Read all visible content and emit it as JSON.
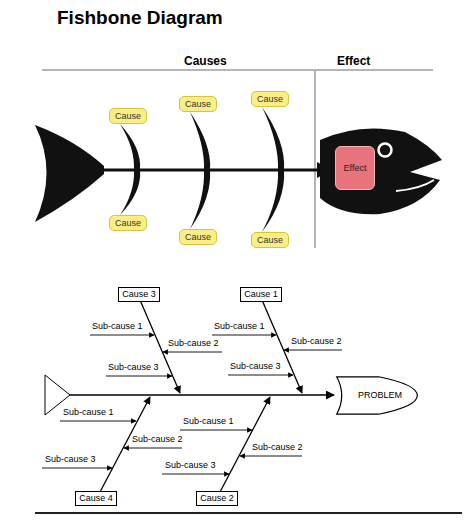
{
  "diagram": {
    "title": "Fishbone Diagram",
    "nodes": [
      {
        "text": [
          "Cause"
        ]
      },
      {
        "text": [
          "Cause"
        ]
      },
      {
        "text": [
          "Cause"
        ]
      },
      {
        "text": [
          "Effect"
        ]
      },
      {
        "text": [
          "Cause"
        ]
      },
      {
        "text": [
          "Cause"
        ]
      },
      {
        "text": [
          "Cause"
        ]
      },
      {
        "text": [
          "Cause 3"
        ]
      },
      {
        "text": [
          "Cause 1"
        ]
      },
      {
        "text": [
          "PROBLEM"
        ]
      },
      {
        "text": [
          "Cause 4"
        ]
      },
      {
        "text": [
          "Cause 2"
        ]
      }
    ],
    "labels": [
      "Causes",
      "Effect",
      "Sub-cause 1",
      "Sub-cause 1",
      "Sub-cause 2",
      "Sub-cause 2",
      "Sub-cause 3",
      "Sub-cause 3",
      "Sub-cause 1",
      "Sub-cause 1",
      "Sub-cause 2",
      "Sub-cause 2",
      "Sub-cause 3",
      "Sub-cause 3"
    ]
  }
}
